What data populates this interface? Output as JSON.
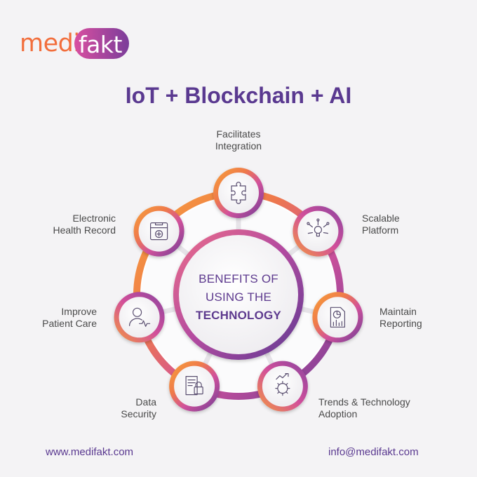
{
  "brand": {
    "logo_part1": "medi",
    "logo_part2": "fakt"
  },
  "title": "IoT + Blockchain + AI",
  "center": {
    "line1": "BENEFITS OF",
    "line2": "USING THE",
    "line3": "TECHNOLOGY"
  },
  "benefits": [
    {
      "line1": "Facilitates",
      "line2": "Integration",
      "icon": "puzzle-icon"
    },
    {
      "line1": "Scalable",
      "line2": "Platform",
      "icon": "lightbulb-network-icon"
    },
    {
      "line1": "Maintain",
      "line2": "Reporting",
      "icon": "report-chart-icon"
    },
    {
      "line1": "Trends & Technology",
      "line2": "Adoption",
      "icon": "gear-growth-icon"
    },
    {
      "line1": "Data",
      "line2": "Security",
      "icon": "secure-document-icon"
    },
    {
      "line1": "Improve",
      "line2": "Patient Care",
      "icon": "patient-heartbeat-icon"
    },
    {
      "line1": "Electronic",
      "line2": "Health Record",
      "icon": "medical-folder-icon"
    }
  ],
  "footer": {
    "website": "www.medifakt.com",
    "email": "info@medifakt.com"
  },
  "colors": {
    "purple": "#5a3990",
    "magenta": "#d24f9a",
    "orange": "#f59a3c",
    "background": "#f4f3f5"
  }
}
